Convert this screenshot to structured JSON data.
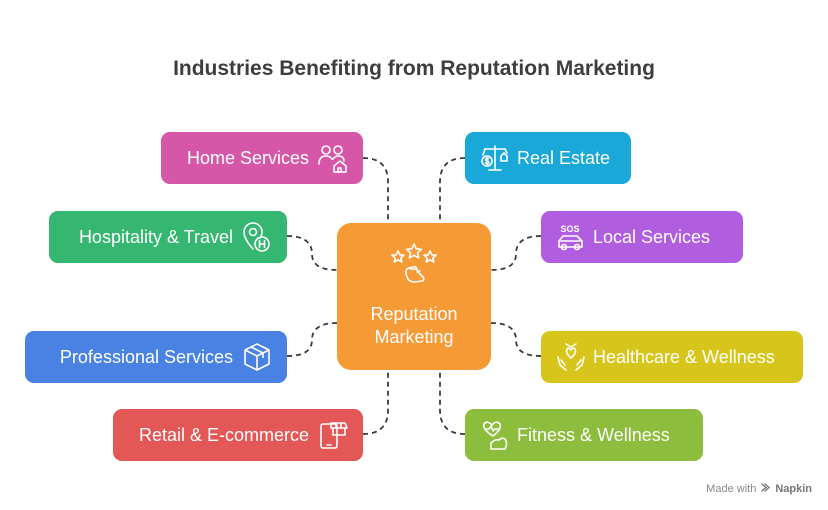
{
  "title": "Industries Benefiting from Reputation Marketing",
  "center": {
    "line1": "Reputation",
    "line2": "Marketing",
    "icon": "stars-hand-icon",
    "color": "#f59a35"
  },
  "nodes": [
    {
      "id": "home-services",
      "label": "Home Services",
      "icon": "people-home-icon",
      "color": "#d657a8"
    },
    {
      "id": "hospitality-travel",
      "label": "Hospitality & Travel",
      "icon": "hotel-pin-icon",
      "color": "#35b772"
    },
    {
      "id": "professional-services",
      "label": "Professional Services",
      "icon": "box-icon",
      "color": "#4a82e4"
    },
    {
      "id": "retail-ecommerce",
      "label": "Retail & E-commerce",
      "icon": "phone-shop-icon",
      "color": "#e35756"
    },
    {
      "id": "real-estate",
      "label": "Real Estate",
      "icon": "scale-money-icon",
      "color": "#1aa8d8"
    },
    {
      "id": "local-services",
      "label": "Local Services",
      "icon": "sos-car-icon",
      "color": "#b15de0"
    },
    {
      "id": "healthcare-wellness",
      "label": "Healthcare & Wellness",
      "icon": "hands-heart-icon",
      "color": "#d8c51b"
    },
    {
      "id": "fitness-wellness",
      "label": "Fitness & Wellness",
      "icon": "heart-arm-icon",
      "color": "#8dbd3c"
    }
  ],
  "credit": {
    "prefix": "Made with",
    "brand": "Napkin"
  }
}
